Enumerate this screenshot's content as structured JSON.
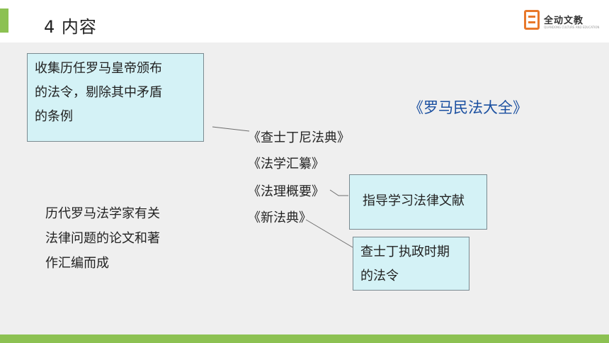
{
  "header": {
    "title": "4  内容",
    "logo_text": "全动文教",
    "logo_subtext": "QUANDONG CULTURE AND EDUCATION",
    "accent_color": "#8cc152",
    "logo_color": "#e8782a"
  },
  "main": {
    "book_title": "《罗马民法大全》",
    "books": [
      "《查士丁尼法典》",
      "《法学汇纂》",
      "《法理概要》",
      "《新法典》"
    ],
    "box_edicts": [
      "收集历任罗马皇帝颁布",
      "的法令，剔除其中矛盾",
      "的条例"
    ],
    "box_guide": "指导学习法律文献",
    "box_justinian": [
      "查士丁执政时期",
      "的法令"
    ],
    "scholars_text": [
      "历代罗马法学家有关",
      "法律问题的论文和著",
      "作汇编而成"
    ],
    "box_color": "#d4f2f6",
    "book_title_color": "#1a4fa0"
  }
}
